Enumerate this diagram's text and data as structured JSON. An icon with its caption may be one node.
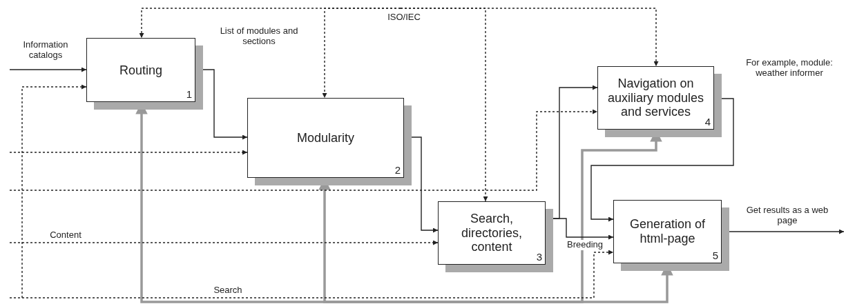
{
  "diagram": {
    "nodes": [
      {
        "text": [
          "Routing",
          "1"
        ]
      },
      {
        "text": [
          "Modularity",
          "2"
        ]
      },
      {
        "text": [
          "Search, directories, content",
          "3"
        ]
      },
      {
        "text": [
          "Navigation on auxiliary modules and services",
          "4"
        ]
      },
      {
        "text": [
          "Generation of html-page",
          "5"
        ]
      }
    ],
    "edges": [
      {
        "from": null,
        "to": 0,
        "arrow": "to",
        "label": "Information catalogs"
      },
      {
        "from": null,
        "to": 0,
        "arrow": "to",
        "style": "dashed"
      },
      {
        "from": null,
        "to": 0,
        "arrow": "to",
        "style": "dashed",
        "label": "ISO/IEC"
      },
      {
        "from": null,
        "to": 0,
        "arrow": "to",
        "style": "thick",
        "color": "#999999"
      },
      {
        "from": 0,
        "to": 1,
        "arrow": "to"
      },
      {
        "from": null,
        "to": 1,
        "arrow": "to",
        "style": "dashed"
      },
      {
        "from": null,
        "to": 1,
        "arrow": "to",
        "style": "dashed",
        "label": "List of modules and sections"
      },
      {
        "from": null,
        "to": 1,
        "arrow": "to",
        "style": "thick",
        "color": "#999999"
      },
      {
        "from": 1,
        "to": 2,
        "arrow": "to"
      },
      {
        "from": null,
        "to": 2,
        "arrow": "to",
        "style": "dashed",
        "label": "Content"
      },
      {
        "from": null,
        "to": 2,
        "arrow": "to",
        "style": "dashed"
      },
      {
        "from": 2,
        "to": 3,
        "arrow": "to"
      },
      {
        "from": null,
        "to": 3,
        "arrow": "to",
        "style": "dashed"
      },
      {
        "from": null,
        "to": 3,
        "arrow": "to",
        "style": "dashed"
      },
      {
        "from": null,
        "to": 3,
        "arrow": "to",
        "style": "thick",
        "color": "#999999"
      },
      {
        "from": 2,
        "to": 4,
        "arrow": "to",
        "label": "Breeding"
      },
      {
        "from": 3,
        "to": 4,
        "arrow": "to",
        "label": "For example, module: weather informer"
      },
      {
        "from": null,
        "to": 4,
        "arrow": "to",
        "style": "dashed",
        "label": "Search"
      },
      {
        "from": null,
        "to": 4,
        "arrow": "to",
        "style": "thick",
        "color": "#999999"
      },
      {
        "from": 4,
        "to": null,
        "arrow": "to",
        "label": "Get results as a web page"
      }
    ]
  }
}
